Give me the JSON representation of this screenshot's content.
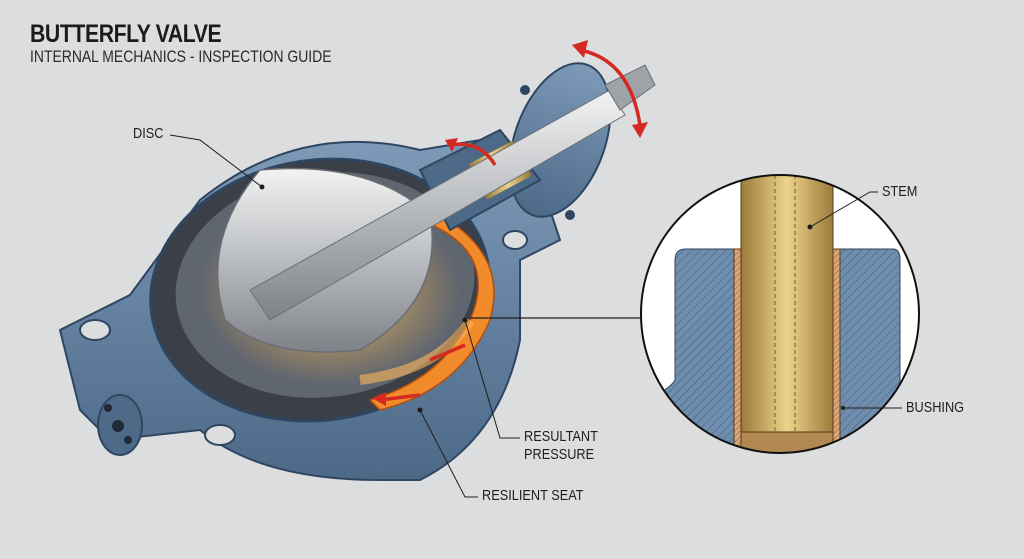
{
  "header": {
    "title": "BUTTERFLY VALVE",
    "subtitle": "INTERNAL MECHANICS - INSPECTION GUIDE"
  },
  "labels": {
    "disc": "DISC",
    "stem": "STEM",
    "bushing": "BUSHING",
    "resultant_pressure_line1": "RESULTANT",
    "resultant_pressure_line2": "PRESSURE",
    "resilient_seat": "RESILIENT SEAT"
  },
  "colors": {
    "background": "#dcdddf",
    "body_blue": "#5d7d9e",
    "stem_brass": "#c9a85a",
    "seat_orange": "#f08a2a",
    "arrow_red": "#d42a22"
  }
}
